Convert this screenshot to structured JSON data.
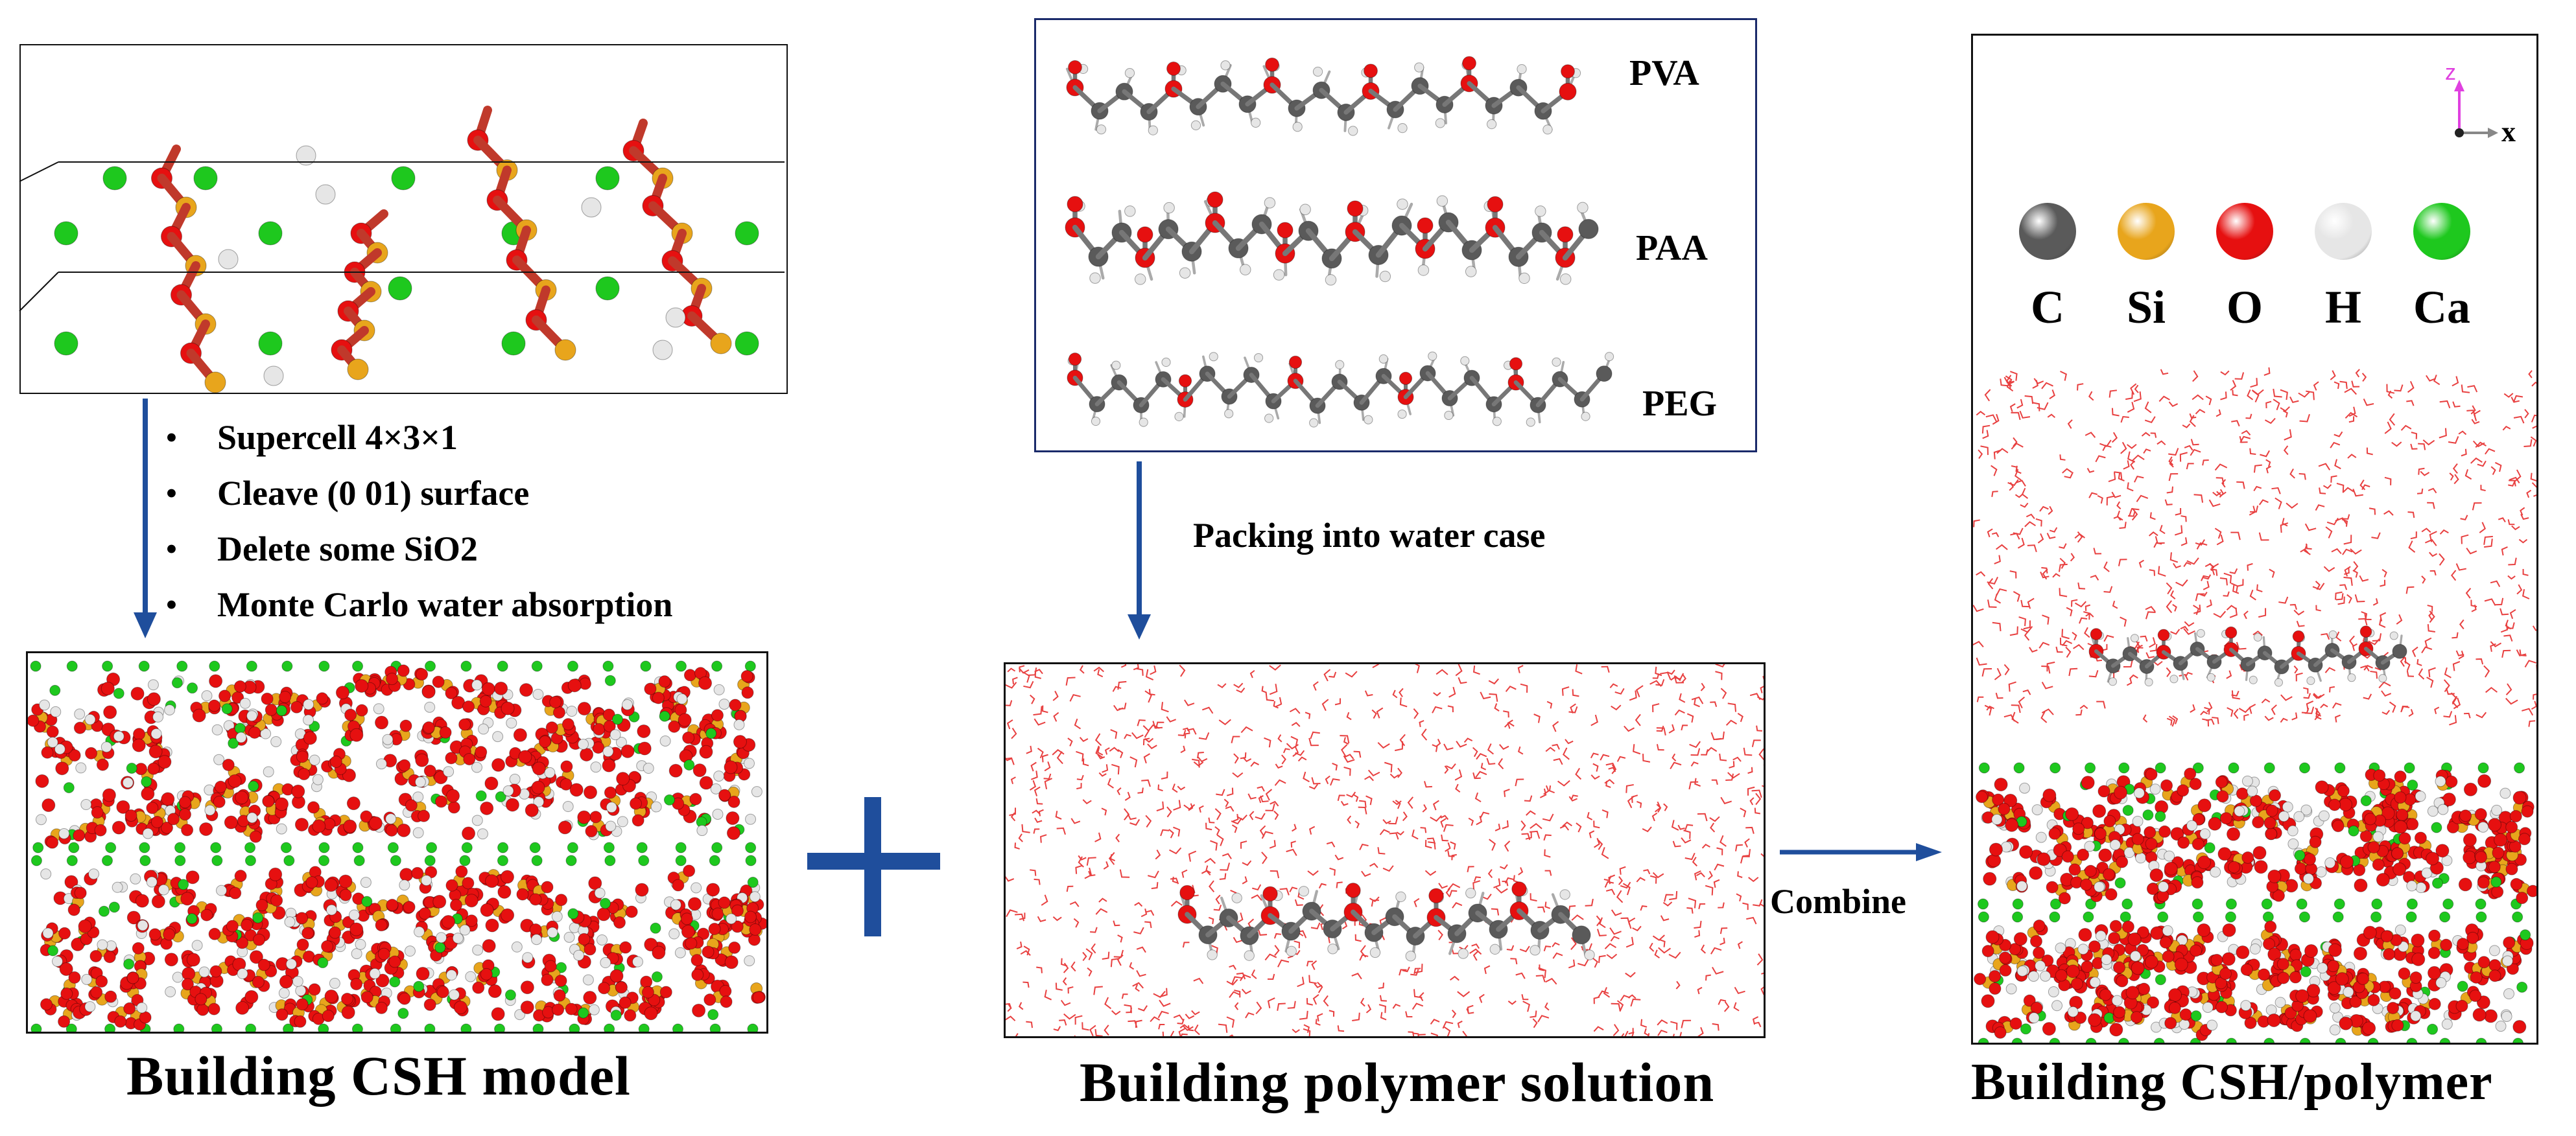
{
  "left_panel": {
    "steps": [
      "Supercell 4×3×1",
      "Cleave (0 01) surface",
      "Delete some SiO2",
      "Monte Carlo water absorption"
    ],
    "caption": "Building CSH model"
  },
  "middle_panel": {
    "molecules": [
      "PVA",
      "PAA",
      "PEG"
    ],
    "arrow_label": "Packing into water case",
    "caption": "Building polymer solution"
  },
  "combine_label": "Combine",
  "right_panel": {
    "legend": [
      {
        "symbol": "C",
        "color": "#5a5a5a"
      },
      {
        "symbol": "Si",
        "color": "#e8a51c"
      },
      {
        "symbol": "O",
        "color": "#e61010"
      },
      {
        "symbol": "H",
        "color": "#e6e6e6"
      },
      {
        "symbol": "Ca",
        "color": "#1ec81e"
      }
    ],
    "axis_z": "z",
    "axis_x": "x",
    "caption": "Building CSH/polymer"
  },
  "colors": {
    "arrow": "#1f4e9c",
    "water": "#e84040",
    "cell_label_green": "#22cc44",
    "cell_label_red": "#e03030"
  }
}
